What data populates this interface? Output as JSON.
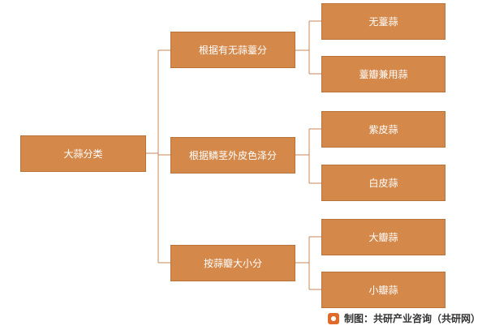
{
  "root": {
    "label": "大蒜分类"
  },
  "groups": [
    {
      "label": "根据有无蒜薹分",
      "children": [
        "无薹蒜",
        "薹瓣兼用蒜"
      ]
    },
    {
      "label": "根据鳞茎外皮色泽分",
      "children": [
        "紫皮蒜",
        "白皮蒜"
      ]
    },
    {
      "label": "按蒜瓣大小分",
      "children": [
        "大瓣蒜",
        "小瓣蒜"
      ]
    }
  ],
  "footer": {
    "text": "制图：共研产业咨询（共研网）"
  },
  "colors": {
    "node_fill": "#D4894B",
    "line": "#C8875A"
  }
}
